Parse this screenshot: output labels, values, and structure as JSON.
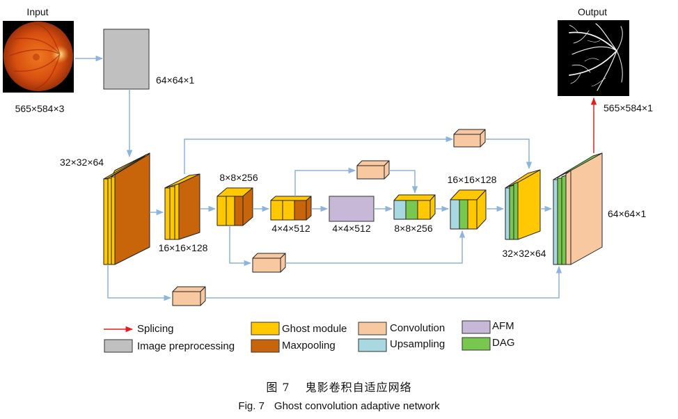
{
  "labels": {
    "input_title": "Input",
    "output_title": "Output",
    "input_size": "565×584×3",
    "pre_size": "64×64×1",
    "output_size": "565×584×1",
    "enc1_size": "32×32×64",
    "enc2_size": "16×16×128",
    "enc3_size": "8×8×256",
    "enc4_size": "4×4×512",
    "afm_size": "4×4×512",
    "dec3_size": "8×8×256",
    "dec2_size": "16×16×128",
    "dec1_size": "32×32×64",
    "final_size": "64×64×1"
  },
  "legend": {
    "splicing": "Splicing",
    "preprocessing": "Image preprocessing",
    "ghost": "Ghost module",
    "maxpool": "Maxpooling",
    "conv": "Convolution",
    "upsample": "Upsampling",
    "afm": "AFM",
    "dag": "DAG"
  },
  "caption": {
    "cn_fig": "图 7",
    "cn_title": "鬼影卷积自适应网络",
    "en_fig": "Fig. 7",
    "en_title": "Ghost convolution adaptive network"
  },
  "colors": {
    "ghost": "#FFC800",
    "maxpool": "#C8640A",
    "conv": "#F8C8A0",
    "upsample": "#A8D8E0",
    "afm": "#C8B8D8",
    "dag": "#78C850",
    "preprocessing": "#C0C0C0",
    "arrow": "#8CB4DC",
    "splicing": "#E02020"
  },
  "icons": {
    "input_image": "retina-fundus-image",
    "output_image": "vessel-segmentation-image"
  }
}
